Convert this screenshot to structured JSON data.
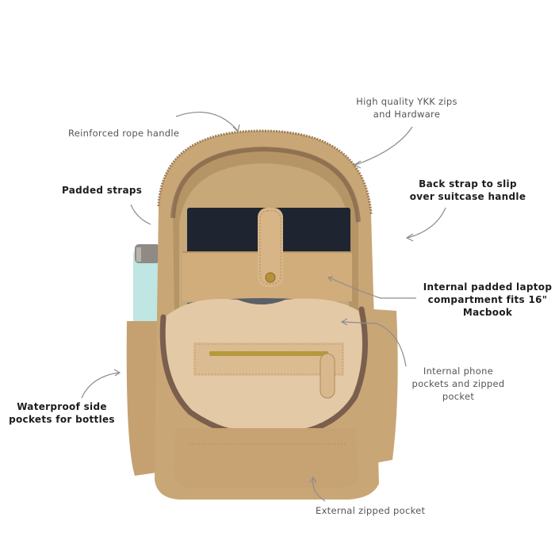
{
  "image": {
    "subject": "Tan canvas backpack shown open with laptop and water bottle",
    "background_color": "#ffffff"
  },
  "colors": {
    "bag_tan": "#c9a676",
    "bag_tan_light": "#ddc19a",
    "bag_shadow": "#a9875a",
    "lining": "#e3c9a6",
    "zip_trim": "#7b5f4d",
    "laptop": "#1e2530",
    "bottle": "#bfe6e2",
    "bottle_cap": "#8f8a84",
    "snap_button": "#b8913a",
    "arrow": "#8c8c8c",
    "label_text": "#555555",
    "label_bold_text": "#1c1c1c"
  },
  "annotations": [
    {
      "id": "rope-handle",
      "lines": [
        "Reinforced rope handle"
      ],
      "bold": false
    },
    {
      "id": "padded-straps",
      "lines": [
        "Padded straps"
      ],
      "bold": true
    },
    {
      "id": "ykk-zips",
      "lines": [
        "High quality YKK zips",
        "and Hardware"
      ],
      "bold": false
    },
    {
      "id": "back-strap",
      "lines": [
        "Back strap to slip",
        "over suitcase handle"
      ],
      "bold": true
    },
    {
      "id": "laptop-compartment",
      "lines": [
        "Internal padded laptop",
        "compartment fits 16\"",
        "Macbook"
      ],
      "bold": true
    },
    {
      "id": "phone-pockets",
      "lines": [
        "Internal phone",
        "pockets and zipped",
        "pocket"
      ],
      "bold": false
    },
    {
      "id": "side-pockets",
      "lines": [
        "Waterproof side",
        "pockets for bottles"
      ],
      "bold": true
    },
    {
      "id": "external-pocket",
      "lines": [
        "External zipped pocket"
      ],
      "bold": false
    }
  ]
}
